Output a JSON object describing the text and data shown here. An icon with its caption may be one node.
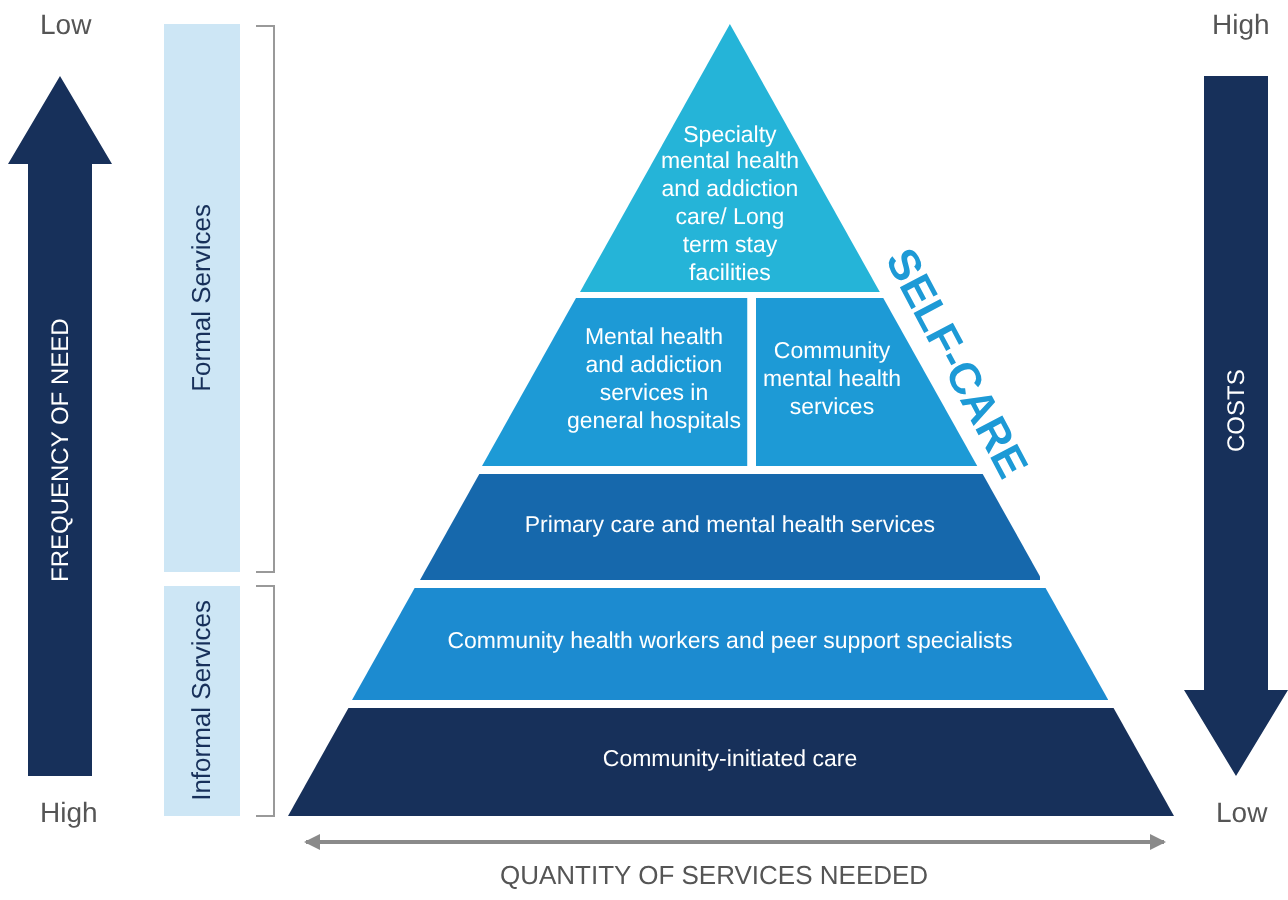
{
  "diagram": {
    "nodes": [
      {
        "text": [
          "Specialty mental health and addiction care/ Long term stay facilities"
        ]
      },
      {
        "text": [
          "Mental health and addiction services in general hospitals"
        ]
      },
      {
        "text": [
          "Community mental health services"
        ]
      },
      {
        "text": [
          "Primary care and mental health services"
        ]
      },
      {
        "text": [
          "Community health workers and peer support specialists"
        ]
      },
      {
        "text": [
          "Community-initiated care"
        ]
      },
      {
        "text": [
          "Formal Services"
        ]
      },
      {
        "text": [
          "Informal Services"
        ]
      }
    ],
    "labels": [
      "Low",
      "High",
      "FREQUENCY OF NEED",
      "SELF-CARE",
      "COSTS",
      "High",
      "Low",
      "QUANTITY OF SERVICES NEEDED"
    ]
  }
}
